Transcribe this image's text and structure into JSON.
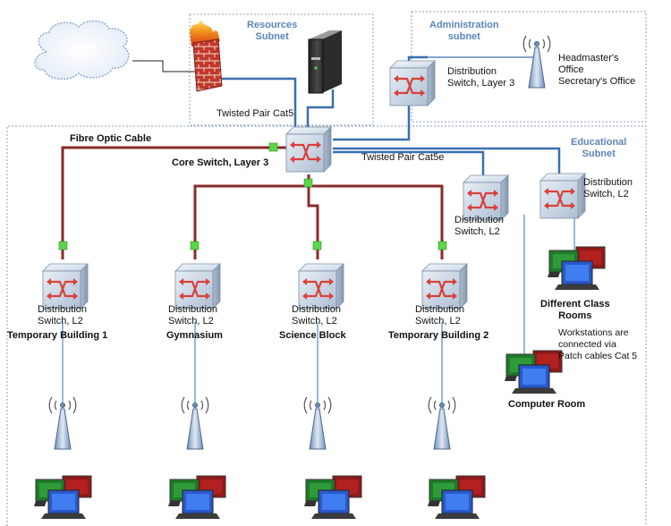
{
  "subnets": {
    "resources": {
      "title": "Resources\nSubnet"
    },
    "administration": {
      "title": "Administration\nsubnet"
    },
    "educational": {
      "title": "Educational\nSubnet"
    }
  },
  "links": {
    "fibre": "Fibre Optic Cable",
    "cat5": "Twisted Pair Cat5",
    "cat5e": "Twisted Pair Cat5e"
  },
  "core_switch": {
    "label": "Core Switch, Layer 3"
  },
  "admin": {
    "switch_label": "Distribution\nSwitch, Layer 3",
    "wifi_label": "Headmaster's\nOffice\nSecretary's Office"
  },
  "educational": {
    "switch_a_label": "Distribution\nSwitch, L2",
    "switch_b_label": "Distribution\nSwitch, L2",
    "class_rooms": "Different Class\nRooms",
    "patch_note": "Workstations are\nconnected via\nPatch cables Cat 5",
    "computer_room": "Computer Room"
  },
  "buildings": [
    {
      "switch_label": "Distribution\nSwitch, L2",
      "name": "Temporary Building 1"
    },
    {
      "switch_label": "Distribution\nSwitch, L2",
      "name": "Gymnasium"
    },
    {
      "switch_label": "Distribution\nSwitch, L2",
      "name": "Science Block"
    },
    {
      "switch_label": "Distribution\nSwitch, L2",
      "name": "Temporary Building 2"
    }
  ],
  "colors": {
    "fibre": "#8b2a2a",
    "copper": "#3b6fb0",
    "subnet_border": "#8aa0b8",
    "connector": "#5bd64a",
    "subnet_title": "#5b86b7"
  }
}
